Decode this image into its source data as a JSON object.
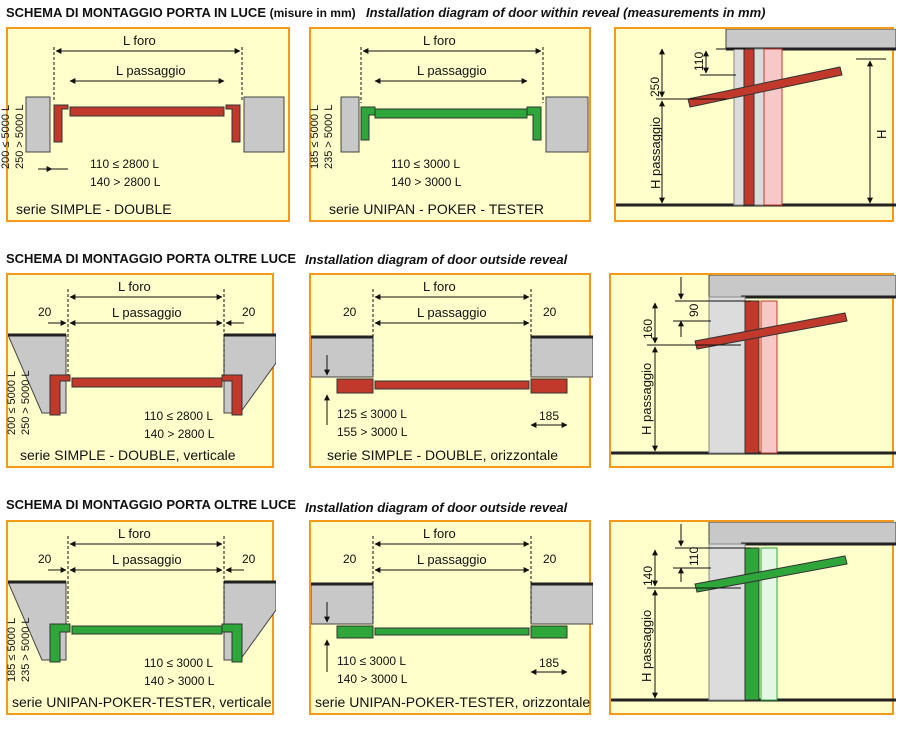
{
  "sections": [
    {
      "title_it": "SCHEMA DI MONTAGGIO PORTA IN LUCE",
      "title_it_note": "(misure in mm)",
      "title_en": "Installation diagram of door within reveal (measurements in mm)"
    },
    {
      "title_it": "SCHEMA DI MONTAGGIO PORTA OLTRE LUCE",
      "title_en": "Installation diagram of door outside reveal"
    },
    {
      "title_it": "SCHEMA DI MONTAGGIO PORTA OLTRE LUCE",
      "title_en": "Installation diagram of door outside reveal"
    }
  ],
  "labels": {
    "l_foro": "L foro",
    "l_passaggio": "L passaggio",
    "h_passaggio": "H passaggio",
    "h": "H",
    "d20": "20"
  },
  "colors": {
    "red": "#c0392b",
    "green": "#2ea63a",
    "wall": "#c8c8c8",
    "panel_bg": "#ffffcc",
    "panel_border": "#f39a1c"
  },
  "panels": {
    "p1": {
      "side1": "200 ≤ 5000 L",
      "side2": "250 > 5000 L",
      "bot1": "110 ≤ 2800 L",
      "bot2": "140 > 2800 L",
      "caption": "serie SIMPLE - DOUBLE"
    },
    "p2": {
      "side1": "185 ≤ 5000 L",
      "side2": "235 > 5000 L",
      "bot1": "110 ≤ 3000 L",
      "bot2": "140 > 3000 L",
      "caption": "serie UNIPAN - POKER - TESTER"
    },
    "p3": {
      "v1": "250",
      "v2": "110"
    },
    "p4": {
      "side1": "200 ≤ 5000 L",
      "side2": "250 > 5000 L",
      "bot1": "110 ≤ 2800 L",
      "bot2": "140 > 2800 L",
      "caption": "serie SIMPLE - DOUBLE, verticale"
    },
    "p5": {
      "bot1": "125 ≤ 3000 L",
      "bot2": "155 > 3000 L",
      "right": "185",
      "caption": "serie SIMPLE - DOUBLE, orizzontale"
    },
    "p6": {
      "v1": "160",
      "v2": "90"
    },
    "p7": {
      "side1": "185 ≤ 5000 L",
      "side2": "235 > 5000 L",
      "bot1": "110 ≤ 3000 L",
      "bot2": "140 > 3000 L",
      "caption": "serie UNIPAN-POKER-TESTER, verticale"
    },
    "p8": {
      "bot1": "110 ≤ 3000 L",
      "bot2": "140 > 3000 L",
      "right": "185",
      "caption": "serie UNIPAN-POKER-TESTER, orizzontale"
    },
    "p9": {
      "v1": "140",
      "v2": "110"
    }
  }
}
